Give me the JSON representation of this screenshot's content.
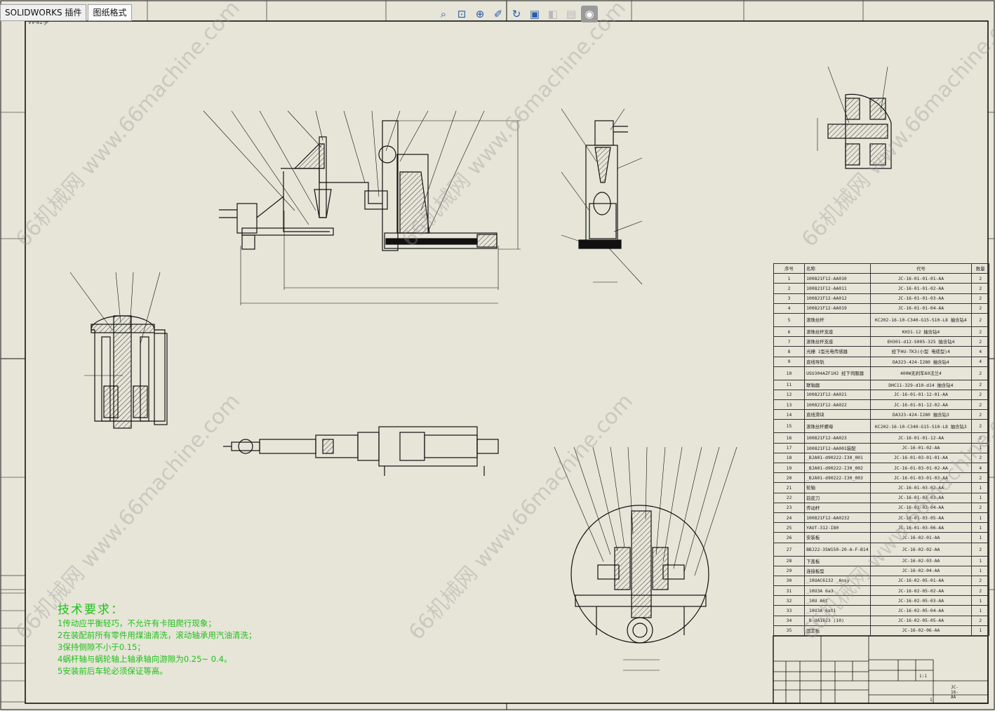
{
  "tabs": [
    "SOLIDWORKS 插件",
    "图纸格式"
  ],
  "toolbar_icons": [
    "zoom-fit-icon",
    "zoom-area-icon",
    "zoom-in-icon",
    "pan-icon",
    "rotate-icon",
    "view-orientation-icon",
    "display-style-icon",
    "hide-show-icon",
    "scene-icon"
  ],
  "sheet_tag": "VV-81-JF",
  "tech": {
    "title": "技术要求：",
    "lines": [
      "1传动应平衡轻巧，不允许有卡阻爬行现象；",
      "2在装配前所有零件用煤油清洗，滚动轴承用汽油清洗；",
      "3保持侧隙不小于0.15；",
      "4蜗杆轴与蜗轮轴上轴承轴向游隙为0.25~ 0.4。",
      "5安装前后车轮必须保证等高。"
    ]
  },
  "bom": {
    "headers": [
      "序号",
      "名称",
      "代号",
      "数量"
    ],
    "rows": [
      [
        "1",
        "100821F12-AA010",
        "JC-16-01-01-01-AA",
        "2"
      ],
      [
        "2",
        "100821F12-AA011",
        "JC-16-01-01-02-AA",
        "2"
      ],
      [
        "3",
        "100821F12-AA012",
        "JC-16-01-01-03-AA",
        "2"
      ],
      [
        "4",
        "100821F12-AA019",
        "JC-16-01-01-04-AA",
        "2"
      ],
      [
        "5",
        "滚珠丝杆",
        "KC202-16-10-C340-G15-S10-L8 抽含钻4",
        "2"
      ],
      [
        "6",
        "滚珠丝杆支座",
        "KH31-12 抽含钻4",
        "2"
      ],
      [
        "7",
        "滚珠丝杆支座",
        "EH301-d12-S005-325 抽含钻4",
        "2"
      ],
      [
        "8",
        "光栅 1型光电传感器",
        "经下HU-TK3(小型 电缆型)4",
        "4"
      ],
      [
        "9",
        "直线导轨",
        "DA323-424-I280 抽含钻4",
        "4"
      ],
      [
        "10",
        "USU304AZF1H2 经下伺服器",
        "400W无刹车60法兰4",
        "2"
      ],
      [
        "11",
        "联轴器",
        "DHC11-329-d10-d14 抽含钻4",
        "2"
      ],
      [
        "12",
        "100821F12-AA021",
        "JC-16-01-01-12-01-AA",
        "2"
      ],
      [
        "13",
        "100821F12-AA022",
        "JC-16-01-01-12-02-AA",
        "2"
      ],
      [
        "14",
        "直线滑块",
        "DA323-424-I280 抽含钻3",
        "2"
      ],
      [
        "15",
        "滚珠丝杆螺母",
        "KC202-16-10-C340-G15-S10-L8 抽含钻3",
        "2"
      ],
      [
        "16",
        "100821F12-AA023",
        "JC-16-01-01-12-AA",
        "2"
      ],
      [
        "17",
        "100821F12-AA001装配",
        "JC-16-01-02-AA",
        "1"
      ],
      [
        "18",
        "_BJA01-d90222-I30_001",
        "JC-16-01-03-01-01-AA",
        "2"
      ],
      [
        "19",
        "_BJA01-d90222-I30_002",
        "JC-16-01-03-01-02-AA",
        "4"
      ],
      [
        "20",
        "_BJA01-d90222-I30_003",
        "JC-16-01-03-01-03-AA",
        "2"
      ],
      [
        "21",
        "轮轴",
        "JC-16-01-03-02-AA",
        "1"
      ],
      [
        "22",
        "前皮刀",
        "JC-16-01-03-03-AA",
        "1"
      ],
      [
        "23",
        "传动杆",
        "JC-16-01-03-04-AA",
        "2"
      ],
      [
        "24",
        "100821F12-AA0232",
        "JC-16-01-03-05-AA",
        "1"
      ],
      [
        "25",
        "YAUT-312-I80",
        "JC-16-01-03-06-AA",
        "1"
      ],
      [
        "26",
        "安装板",
        "JC-16-02-01-AA",
        "1"
      ],
      [
        "27",
        "BBJ22-35W150-20-A-F-B14",
        "JC-16-02-02-AA",
        "2"
      ],
      [
        "28",
        "下盖板",
        "JC-16-02-03-AA",
        "1"
      ],
      [
        "29",
        "连接板型",
        "JC-16-02-04-AA",
        "1"
      ],
      [
        "30",
        "_10UAC6132 _Ansy",
        "JC-16-02-05-01-AA",
        "2"
      ],
      [
        "31",
        "_10U3A 6a3",
        "JC-16-02-05-02-AA",
        "2"
      ],
      [
        "32",
        "_10U A6t",
        "JC-16-02-05-03-AA",
        "1"
      ],
      [
        "33",
        "_10U3A 6at1",
        "JC-16-02-05-04-AA",
        "1"
      ],
      [
        "34",
        "_B-UA1623 (10)",
        "JC-16-02-05-05-AA",
        "2"
      ],
      [
        "35",
        "固定板",
        "JC-16-02-06-AA",
        "1"
      ]
    ]
  },
  "title_block": {
    "drawing_no": "JC-16-AA",
    "scale": "1:1",
    "sheet": "1"
  },
  "watermark": "66机械网 www.66machine.com"
}
